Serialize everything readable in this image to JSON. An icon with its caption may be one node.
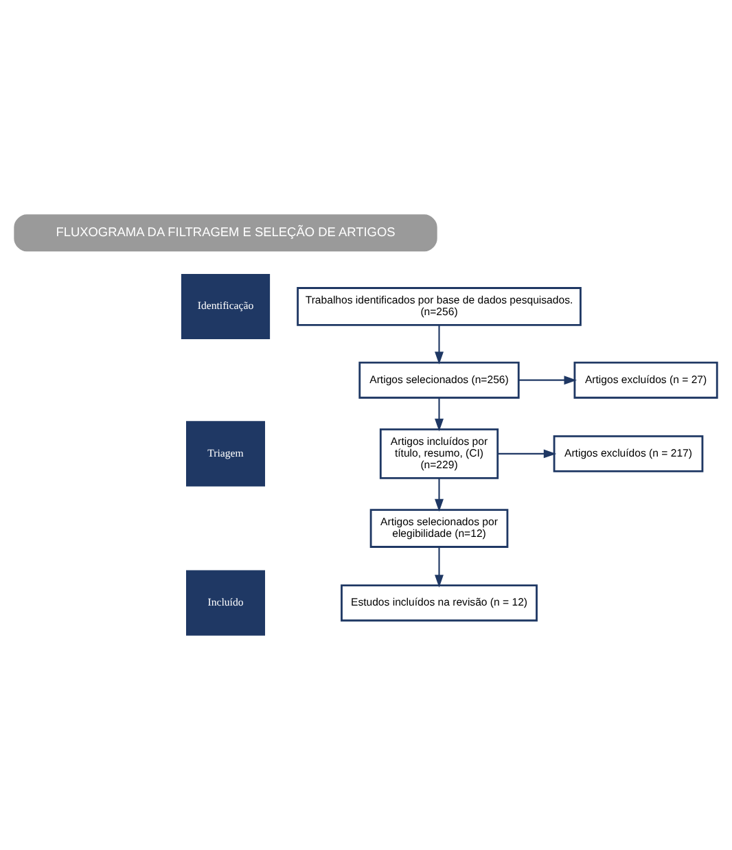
{
  "diagram": {
    "title": "FLUXOGRAMA DA FILTRAGEM E SELEÇÃO DE ARTIGOS",
    "nodes": [
      {
        "text": [
          "Identificação"
        ]
      },
      {
        "text": [
          "Trabalhos identificados por base de dados pesquisados. (n=256)"
        ]
      },
      {
        "text": [
          "Triagem"
        ]
      },
      {
        "text": [
          "Artigos selecionados (n=256)"
        ]
      },
      {
        "text": [
          "Artigos excluídos (n = 27)"
        ]
      },
      {
        "text": [
          "Artigos incluídos por título, resumo, (CI) (n=229)"
        ]
      },
      {
        "text": [
          "Artigos excluídos (n = 217)"
        ]
      },
      {
        "text": [
          "Artigos selecionados por elegibilidade (n=12)"
        ]
      },
      {
        "text": [
          "Incluído"
        ]
      },
      {
        "text": [
          "Estudos incluídos na revisão (n = 12)"
        ]
      }
    ],
    "edges": [
      {
        "from": 1,
        "to": 3,
        "arrow": "to"
      },
      {
        "from": 3,
        "to": 4,
        "arrow": "to"
      },
      {
        "from": 3,
        "to": 5,
        "arrow": "to"
      },
      {
        "from": 5,
        "to": 6,
        "arrow": "to"
      },
      {
        "from": 5,
        "to": 7,
        "arrow": "to"
      },
      {
        "from": 7,
        "to": 9,
        "arrow": "to"
      }
    ]
  }
}
